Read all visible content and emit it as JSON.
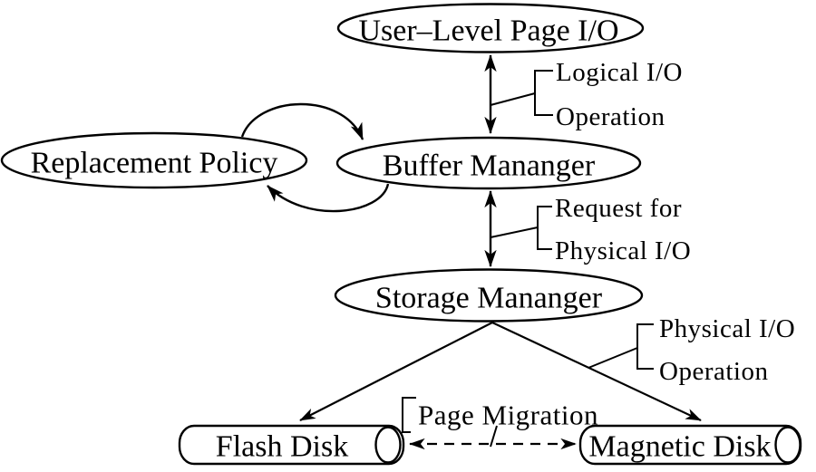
{
  "diagram": {
    "title": "Buffer and storage management architecture",
    "background_color": "#ffffff",
    "line_color": "#000000",
    "nodes": {
      "user_level_page_io": {
        "label": "User–Level Page I/O",
        "shape": "ellipse"
      },
      "replacement_policy": {
        "label": "Replacement Policy",
        "shape": "ellipse"
      },
      "buffer_manager": {
        "label": "Buffer Mananger",
        "shape": "ellipse"
      },
      "storage_manager": {
        "label": "Storage Mananger",
        "shape": "ellipse"
      },
      "flash_disk": {
        "label": "Flash Disk",
        "shape": "cylinder"
      },
      "magnetic_disk": {
        "label": "Magnetic Disk",
        "shape": "cylinder"
      }
    },
    "edge_labels": {
      "logical_io": {
        "line1": "Logical I/O",
        "line2": "Operation"
      },
      "request_physical": {
        "line1": "Request for",
        "line2": "Physical I/O"
      },
      "physical_io": {
        "line1": "Physical I/O",
        "line2": "Operation"
      },
      "page_migration": {
        "label": "Page Migration"
      }
    },
    "edges": {
      "user_buffer": {
        "type": "double-arrow",
        "from": "user_level_page_io",
        "to": "buffer_manager"
      },
      "buffer_storage": {
        "type": "double-arrow",
        "from": "buffer_manager",
        "to": "storage_manager"
      },
      "replacement_loop": {
        "type": "cycle-arrows",
        "between": "replacement_policy / buffer_manager"
      },
      "storage_flash": {
        "type": "arrow",
        "from": "storage_manager",
        "to": "flash_disk"
      },
      "storage_magnetic": {
        "type": "arrow",
        "from": "storage_manager",
        "to": "magnetic_disk"
      },
      "disk_migration": {
        "type": "dashed-double-arrow",
        "between": "flash_disk / magnetic_disk"
      }
    }
  }
}
